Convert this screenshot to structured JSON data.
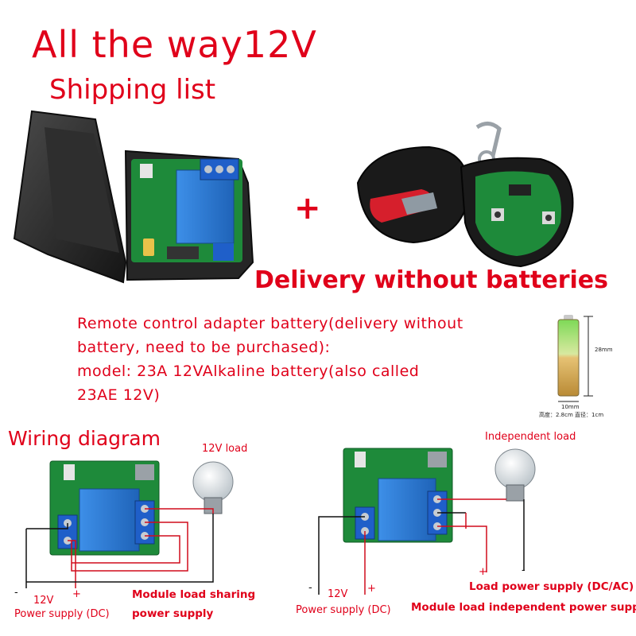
{
  "header": {
    "title": "All the way12V",
    "subtitle": "Shipping list"
  },
  "products": {
    "plus": "+",
    "delivery_note": "Delivery without batteries"
  },
  "battery_info": {
    "lines": [
      "Remote control adapter battery(delivery without",
      "battery, need to be purchased):",
      "model:  23A 12VAlkaline battery(also called",
      "23AE 12V)"
    ],
    "height_label": "28mm",
    "width_label": "10mm",
    "caption": "高度：2.8cm 直径：1cm"
  },
  "wiring": {
    "title": "Wiring diagram",
    "left": {
      "load_label": "12V load",
      "minus": "-",
      "voltage": "12V",
      "plus": "+",
      "power_label": "Power supply (DC)",
      "mode_line1": "Module load sharing",
      "mode_line2": "power supply"
    },
    "right": {
      "load_label": "Independent load",
      "minus": "-",
      "voltage": "12V",
      "plus": "+",
      "power_label": "Power supply (DC)",
      "load_plus": "+",
      "load_minus": "-",
      "load_power_label": "Load power supply (DC/AC)",
      "mode_label": "Module load independent power supply"
    }
  },
  "colors": {
    "accent_red": "#e0001a",
    "relay_blue": "#2f7fd6",
    "pcb_green": "#1e8a3a",
    "terminal_blue": "#1f5fc9",
    "case_black": "#2a2a2a"
  }
}
